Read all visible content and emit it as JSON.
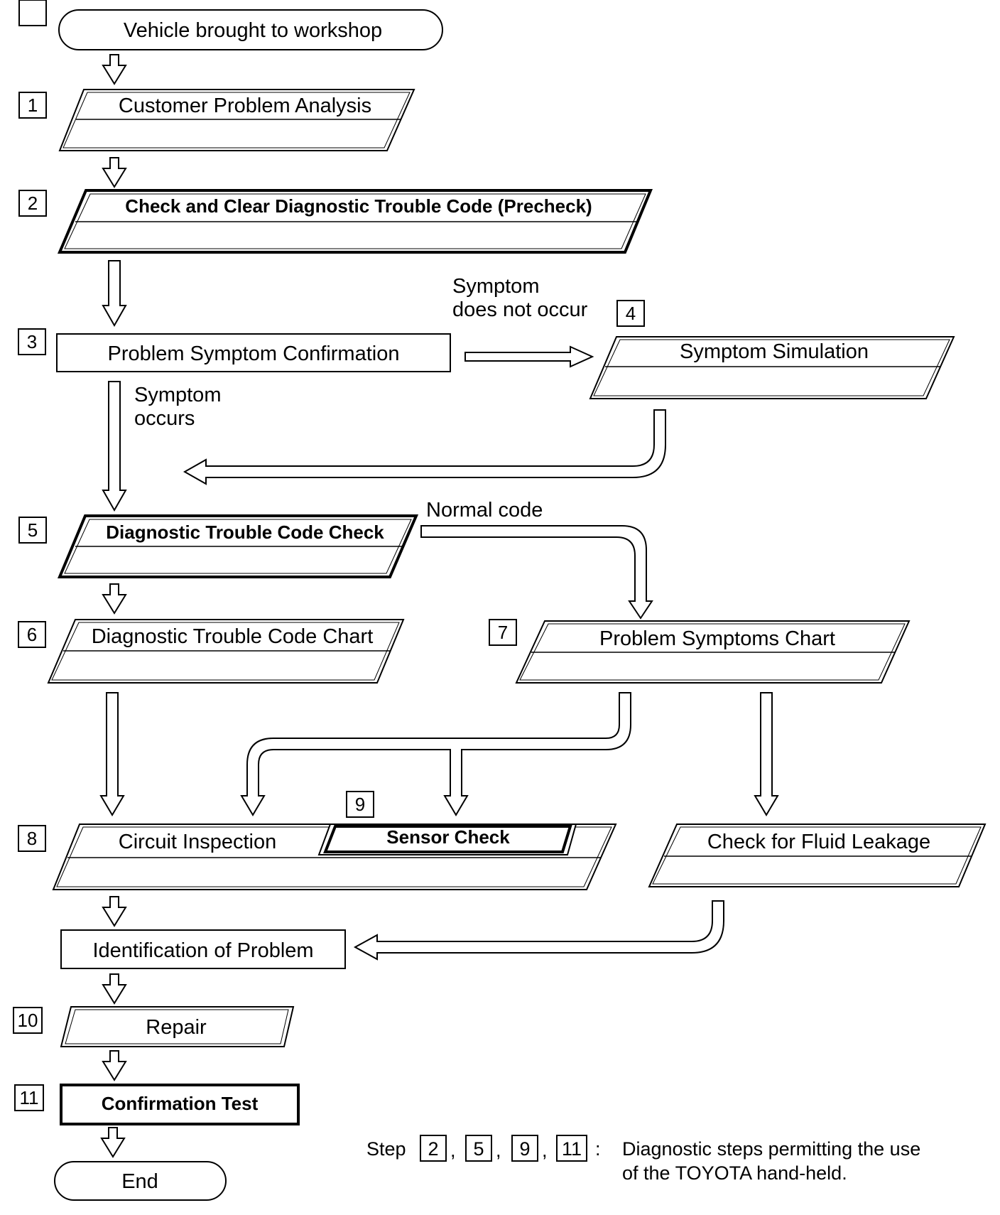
{
  "nodes": {
    "start": "Vehicle brought to workshop",
    "s1": "Customer Problem Analysis",
    "s2": "Check and Clear Diagnostic Trouble Code (Precheck)",
    "s3": "Problem Symptom Confirmation",
    "s4": "Symptom Simulation",
    "s5": "Diagnostic Trouble Code Check",
    "s6": "Diagnostic Trouble Code Chart",
    "s7": "Problem Symptoms Chart",
    "s8": "Circuit Inspection",
    "s9": "Sensor Check",
    "fluid": "Check for Fluid Leakage",
    "ident": "Identification of Problem",
    "s10": "Repair",
    "s11": "Confirmation Test",
    "end": "End"
  },
  "step_numbers": {
    "n1": "1",
    "n2": "2",
    "n3": "3",
    "n4": "4",
    "n5": "5",
    "n6": "6",
    "n7": "7",
    "n8": "8",
    "n9": "9",
    "n10": "10",
    "n11": "11"
  },
  "edge_labels": {
    "no_occur_line1": "Symptom",
    "no_occur_line2": "does not occur",
    "occurs_line1": "Symptom",
    "occurs_line2": "occurs",
    "normal_code": "Normal code"
  },
  "legend": {
    "prefix": "Step",
    "steps": [
      "2",
      "5",
      "9",
      "11"
    ],
    "sep": ",",
    "colon": ":",
    "line1": "Diagnostic steps permitting the use",
    "line2": "of the TOYOTA hand-held."
  }
}
